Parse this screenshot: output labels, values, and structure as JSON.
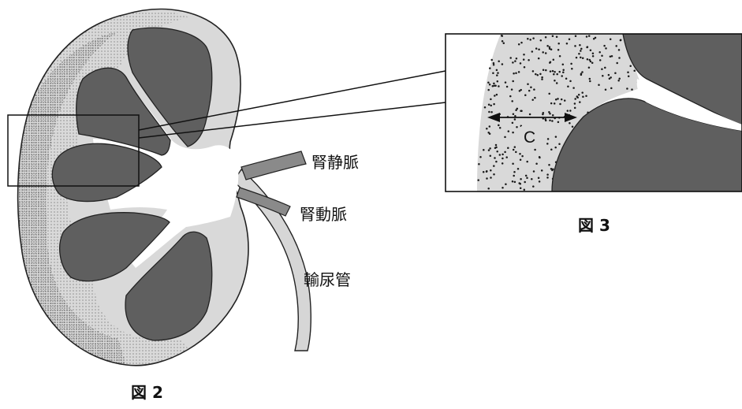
{
  "figures": {
    "fig2": {
      "caption": "図 2"
    },
    "fig3": {
      "caption": "図 3"
    }
  },
  "labels": {
    "renal_vein": "腎静脈",
    "renal_artery": "腎動脈",
    "ureter": "輸尿管",
    "c_label": "C"
  },
  "colors": {
    "pyramid": "#5f5f5f",
    "inner_tissue": "#d9d9d9",
    "pelvis": "#ffffff",
    "outline": "#222222",
    "dots": "#1a1a1a"
  }
}
